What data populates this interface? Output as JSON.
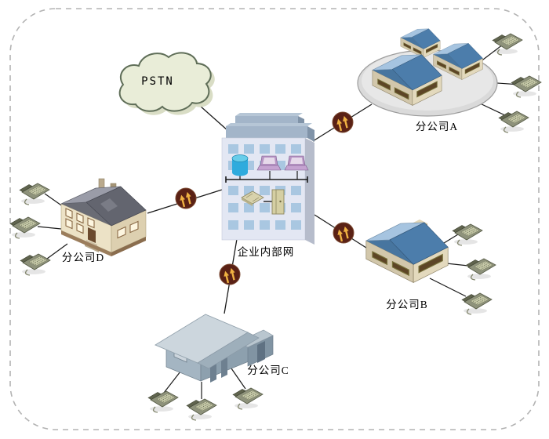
{
  "diagram": {
    "type": "network-topology",
    "labels": {
      "pstn": "PSTN",
      "headquarters": "企业内部网",
      "branch_a": "分公司A",
      "branch_b": "分公司B",
      "branch_c": "分公司C",
      "branch_d": "分公司D"
    },
    "node_types": {
      "pstn": "cloud",
      "headquarters": "office-building-with-internal-lan",
      "branch_a": "three-houses-on-gray-platform",
      "branch_b": "single-blue-roof-house",
      "branch_c": "gray-warehouse-house",
      "branch_d": "large-mansion"
    },
    "phone_counts": {
      "branch_a": 3,
      "branch_b": 3,
      "branch_c": 3,
      "branch_d": 3
    },
    "links": [
      {
        "from": "headquarters",
        "to": "pstn",
        "device": "none"
      },
      {
        "from": "headquarters",
        "to": "branch_a",
        "device": "router"
      },
      {
        "from": "headquarters",
        "to": "branch_b",
        "device": "router"
      },
      {
        "from": "headquarters",
        "to": "branch_c",
        "device": "router"
      },
      {
        "from": "headquarters",
        "to": "branch_d",
        "device": "router"
      }
    ],
    "colors": {
      "frame_border": "#b3b3b3",
      "cloud_fill": "#e9edd8",
      "cloud_stroke": "#5f6e58",
      "router_body": "#5a2115",
      "router_arrows": "#f0b242",
      "roof_blue_dark": "#4c7dab",
      "roof_blue_light": "#a6c4e0",
      "wall_tan": "#d2c7ab",
      "window_brown": "#5d4526",
      "phone_body": "#8e927b",
      "platform_gray": "#d9d9d9",
      "hq_wall": "#e3e7f3",
      "hq_window": "#a9c7e1",
      "database_blue": "#2fabdd",
      "computer_purple": "#c5a3d1",
      "line": "#1a1a1a"
    }
  }
}
